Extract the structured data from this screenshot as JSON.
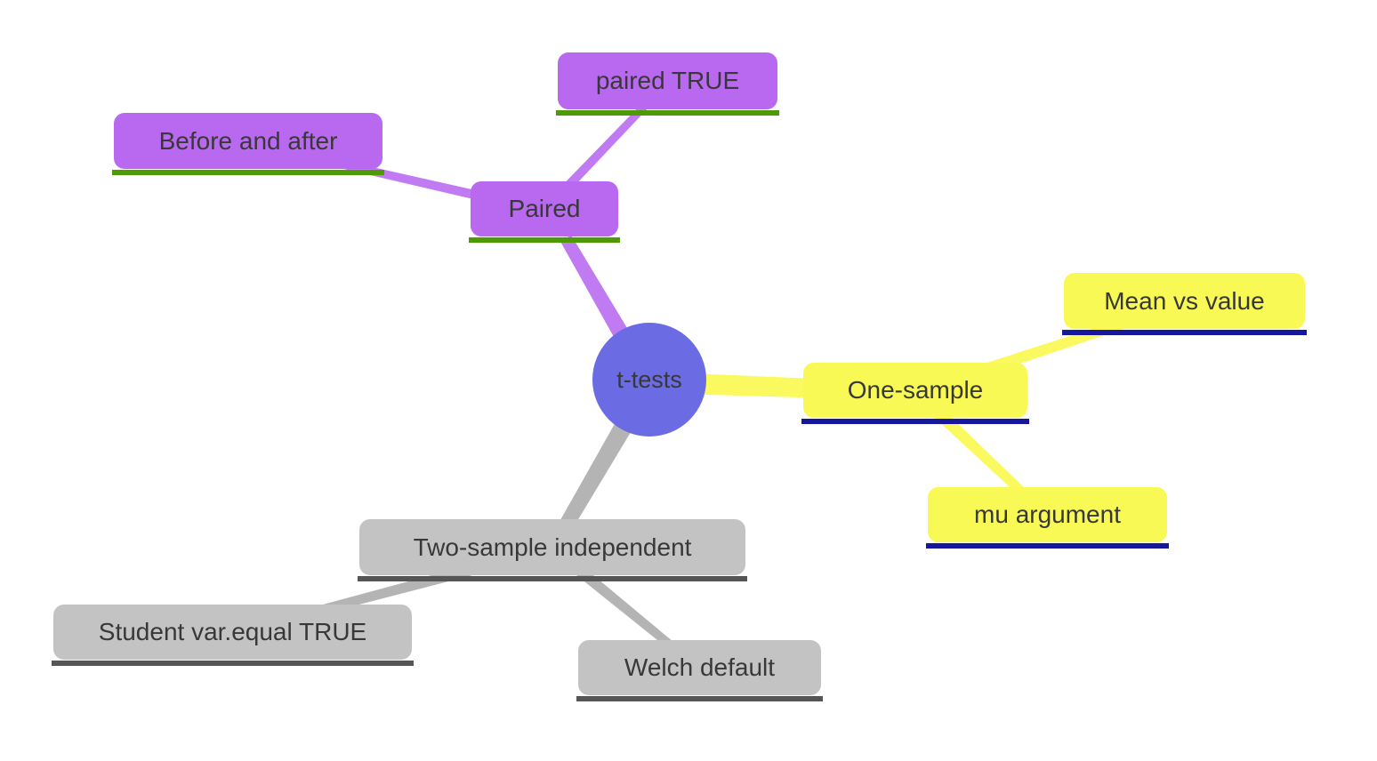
{
  "diagram": {
    "type": "mindmap",
    "root": {
      "label": "t-tests",
      "fill": "#6b6be4",
      "shape": "circle"
    },
    "branches": [
      {
        "label": "Paired",
        "fill": "#b969f0",
        "underline": "#4e9a06",
        "edge": "#c07af2",
        "children": [
          {
            "label": "Before and after"
          },
          {
            "label": "paired TRUE"
          }
        ]
      },
      {
        "label": "One-sample",
        "fill": "#f9f955",
        "underline": "#17179b",
        "edge": "#fafa60",
        "children": [
          {
            "label": "Mean vs value"
          },
          {
            "label": "mu argument"
          }
        ]
      },
      {
        "label": "Two-sample independent",
        "fill": "#c3c3c3",
        "underline": "#555555",
        "edge": "#b4b4b4",
        "children": [
          {
            "label": "Student var.equal TRUE"
          },
          {
            "label": "Welch default"
          }
        ]
      }
    ],
    "text_color": "#383838",
    "background": "#ffffff"
  }
}
